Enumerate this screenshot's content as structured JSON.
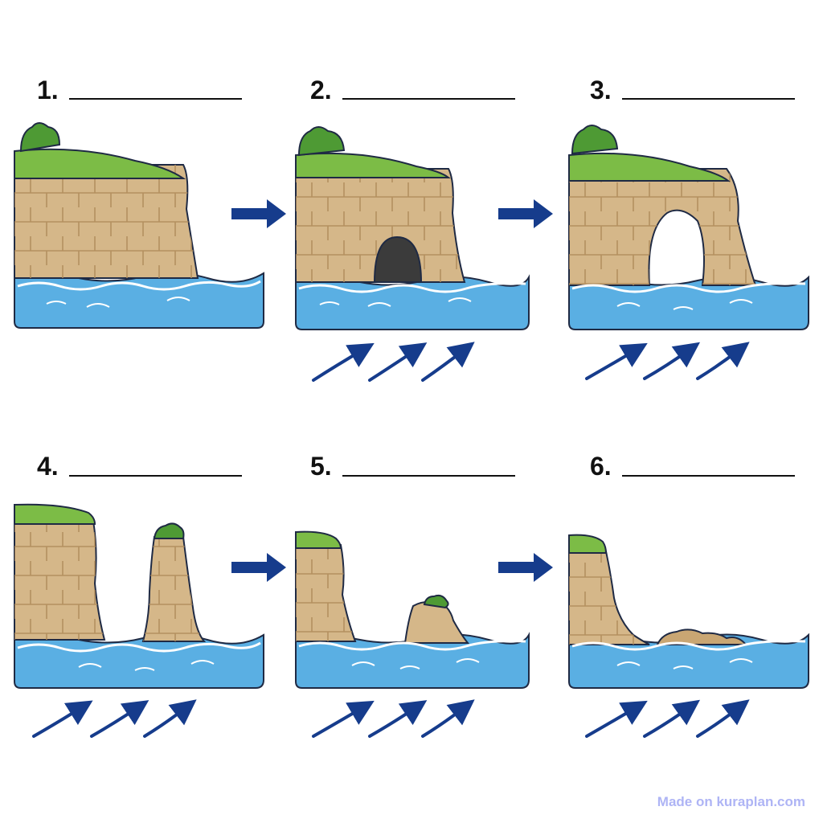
{
  "panels": [
    {
      "number": "1."
    },
    {
      "number": "2."
    },
    {
      "number": "3."
    },
    {
      "number": "4."
    },
    {
      "number": "5."
    },
    {
      "number": "6."
    }
  ],
  "watermark": "Made on kuraplan.com",
  "colors": {
    "water": "#5aafe3",
    "rock": "#d5b789",
    "grass": "#7cbc46",
    "arrow": "#163c8c",
    "cave": "#3b3b3b",
    "outline": "#1f2a44"
  }
}
